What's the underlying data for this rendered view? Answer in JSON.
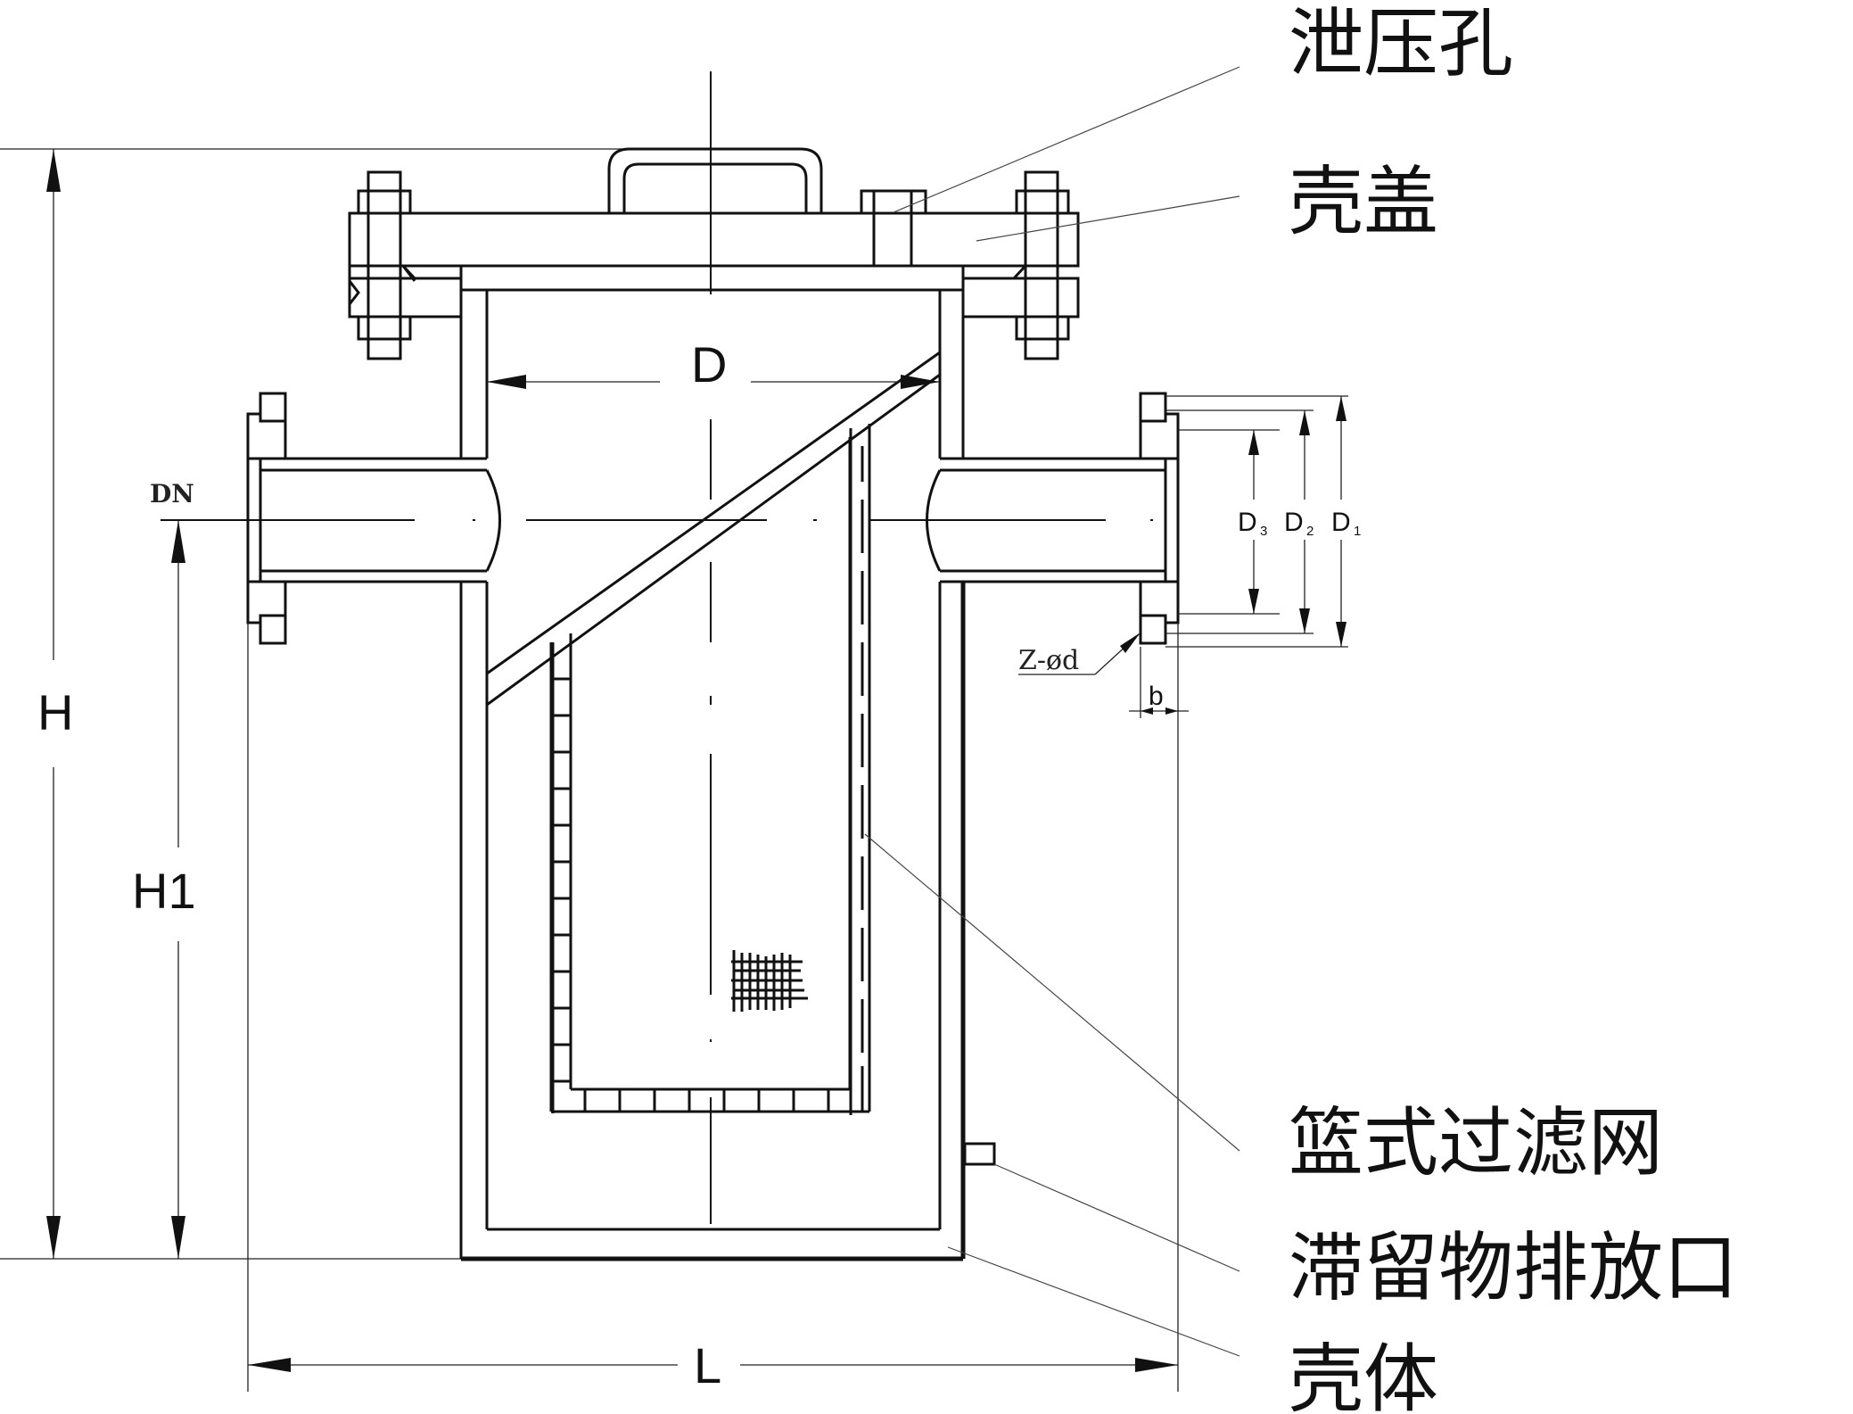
{
  "diagram": {
    "type": "basket strainer cross-section engineering drawing",
    "part_labels": {
      "relief_hole": "泄压孔",
      "cover": "壳盖",
      "basket_filter": "篮式过滤网",
      "drain_outlet": "滞留物排放口",
      "body": "壳体"
    },
    "dimension_labels": {
      "D": "D",
      "DN": "DN",
      "H": "H",
      "H1": "H1",
      "L": "L",
      "b": "b",
      "flange_holes": "Z-ød",
      "D1": "D",
      "D1_sub": "1",
      "D2": "D",
      "D2_sub": "2",
      "D3": "D",
      "D3_sub": "3"
    },
    "colors": {
      "line": "#111111",
      "background": "#ffffff"
    }
  }
}
